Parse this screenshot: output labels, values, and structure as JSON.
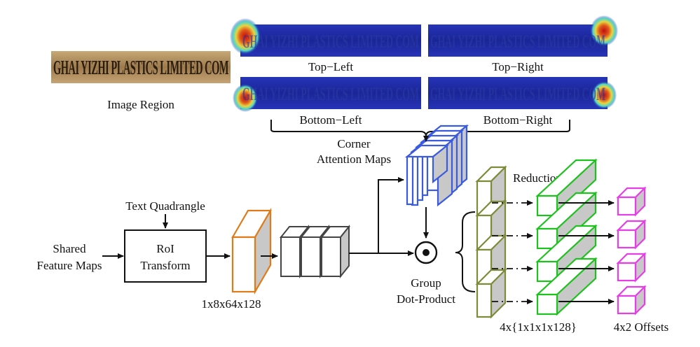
{
  "image_region": {
    "label": "Image Region",
    "crop_text": "GHAI YIZHI PLASTICS LIMITED COM"
  },
  "attention_maps": [
    {
      "label": "Top−Left",
      "hotspot": "top-left"
    },
    {
      "label": "Top−Right",
      "hotspot": "top-right"
    },
    {
      "label": "Bottom−Left",
      "hotspot": "bottom-left"
    },
    {
      "label": "Bottom−Right",
      "hotspot": "bottom-right"
    }
  ],
  "labels": {
    "corner_attention": [
      "Corner",
      "Attention Maps"
    ],
    "text_quadrangle": "Text Quadrangle",
    "shared_features": [
      "Shared",
      "Feature Maps"
    ],
    "roi_transform": [
      "RoI",
      "Transform"
    ],
    "roi_size": "1x8x64x128",
    "group_dot": [
      "Group",
      "Dot-Product"
    ],
    "reduction": "Reduction",
    "reduced_size": "4x{1x1x1x128}",
    "offsets": "4x2 Offsets"
  },
  "colors": {
    "roi_output": "#e07b1a",
    "conv_blocks": "#444444",
    "attention": "#3a5be0",
    "group_features": "#7c8c3a",
    "reduction": "#1ec21e",
    "offsets": "#e83ee8",
    "heat_bg": "#1b2aa8",
    "heat_hot": "#d12a12"
  },
  "dot_symbol": "⊙"
}
